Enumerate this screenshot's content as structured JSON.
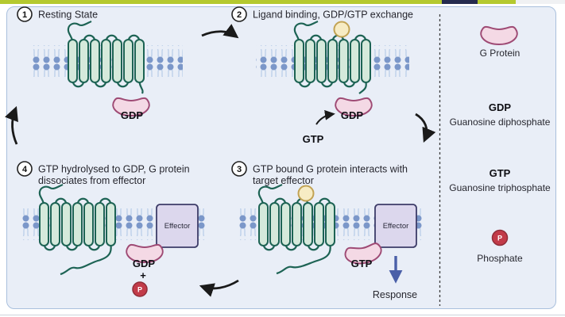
{
  "steps": [
    {
      "num": "1",
      "title": "Resting State",
      "gprotein_label": "GDP"
    },
    {
      "num": "2",
      "title": "Ligand binding, GDP/GTP exchange",
      "gprotein_label": "GDP",
      "exchange_label": "GTP"
    },
    {
      "num": "3",
      "title_line1": "GTP bound G protein interacts with",
      "title_line2": "target effector",
      "gprotein_label": "GTP",
      "effector_label": "Effector",
      "response_label": "Response"
    },
    {
      "num": "4",
      "title_line1": "GTP hydrolysed to GDP, G protein",
      "title_line2": "dissociates from effector",
      "gprotein_label": "GDP",
      "plus": "+",
      "phosphate_label": "P",
      "effector_label": "Effector"
    }
  ],
  "legend": {
    "gprotein": {
      "label": "G Protein"
    },
    "gdp": {
      "abbr": "GDP",
      "full": "Guanosine diphosphate"
    },
    "gtp": {
      "abbr": "GTP",
      "full": "Guanosine triphosphate"
    },
    "phosphate": {
      "symbol": "P",
      "label": "Phosphate"
    }
  },
  "colors": {
    "card_bg": "#e9eef7",
    "card_border": "#a9c0dd",
    "membrane_head": "#7b97c9",
    "membrane_tail": "#bdd0ea",
    "helix_fill": "#d5e9db",
    "helix_stroke": "#1d6354",
    "gprotein_fill": "#f4d9e5",
    "gprotein_stroke": "#9e4a74",
    "ligand_fill": "#f7ecc4",
    "ligand_stroke": "#c2a354",
    "effector_fill": "#dcd7ed",
    "effector_stroke": "#3d3c68",
    "phosphate_fill": "#c23b49",
    "phosphate_stroke": "#8f2d38",
    "response_arrow": "#4a5fa8",
    "cycle_arrow": "#1a1a1a",
    "topbar_green": "#b5c92f",
    "topbar_navy": "#252b4e"
  }
}
